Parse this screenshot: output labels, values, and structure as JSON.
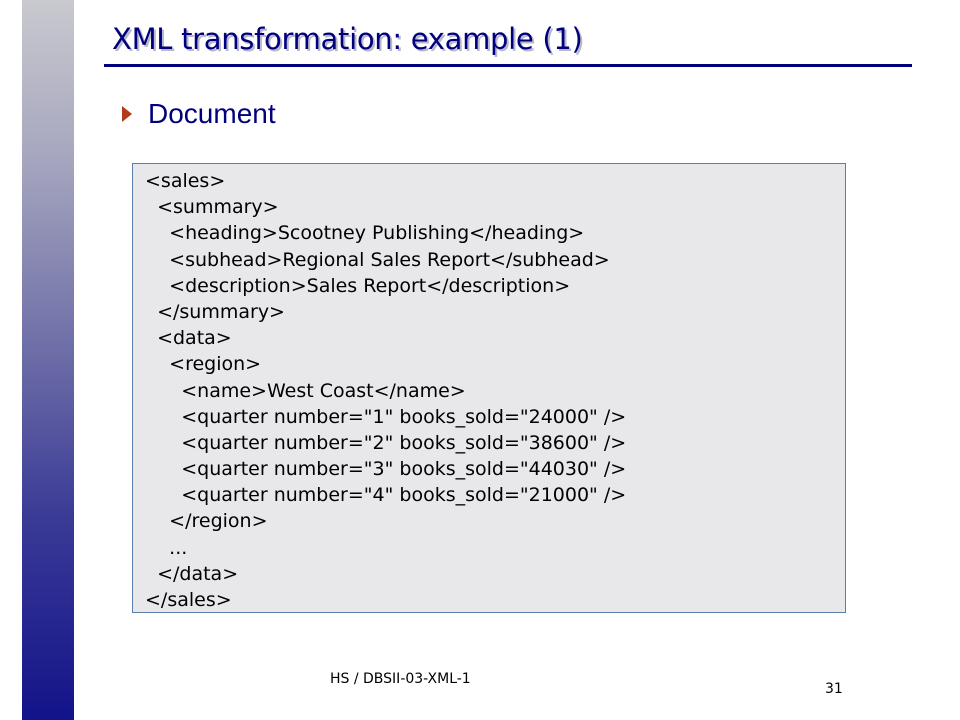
{
  "slide": {
    "title": "XML transformation: example (1)",
    "bullet": {
      "icon": "triangle-bullet-icon",
      "text": "Document"
    },
    "code_lines": [
      "<sales>",
      "  <summary>",
      "    <heading>Scootney Publishing</heading>",
      "    <subhead>Regional Sales Report</subhead>",
      "    <description>Sales Report</description>",
      "  </summary>",
      "  <data>",
      "    <region>",
      "      <name>West Coast</name>",
      "      <quarter number=\"1\" books_sold=\"24000\" />",
      "      <quarter number=\"2\" books_sold=\"38600\" />",
      "      <quarter number=\"3\" books_sold=\"44030\" />",
      "      <quarter number=\"4\" books_sold=\"21000\" />",
      "    </region>",
      "    ...",
      "  </data>",
      "</sales>"
    ],
    "footer": "HS / DBSII-03-XML-1",
    "page_number": "31"
  },
  "colors": {
    "title": "#00007e",
    "bullet": "#b33a1a",
    "code_background": "#e8e8ea",
    "code_border": "#5a7fa8",
    "side_bar_dark": "#13138a"
  }
}
